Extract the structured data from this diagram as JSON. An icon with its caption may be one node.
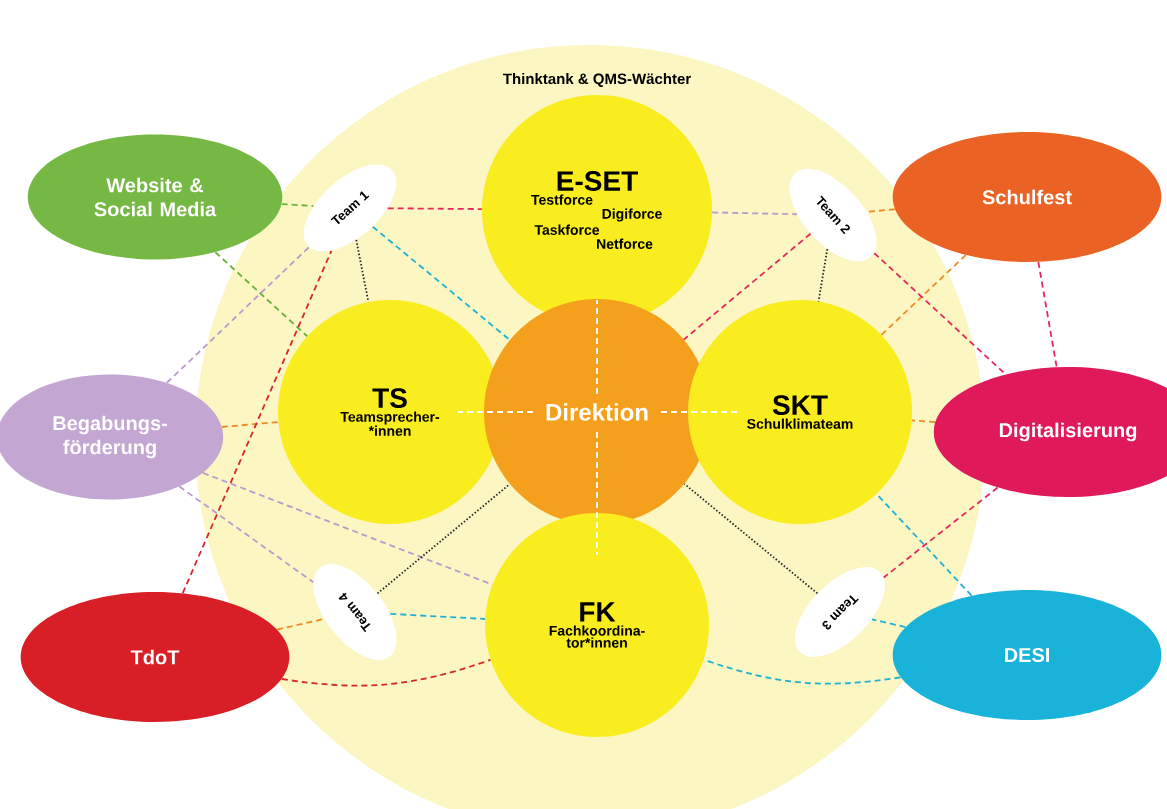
{
  "diagram": {
    "nodes": [
      {
        "text": [
          "Website & Social Media"
        ]
      },
      {
        "text": [
          "Team 1"
        ]
      },
      {
        "text": [
          "E-SET",
          "Testforce",
          "Digiforce",
          "Taskforce",
          "Netforce"
        ],
        "beside": [
          "Thinktank & QMS-Wächter"
        ]
      },
      {
        "text": [
          "Team 2"
        ]
      },
      {
        "text": [
          "Schulfest"
        ]
      },
      {
        "text": [
          "Begabungs- förderung"
        ]
      },
      {
        "text": [
          "TS",
          "Teamsprecher- *innen"
        ]
      },
      {
        "text": [
          "Direktion"
        ]
      },
      {
        "text": [
          "SKT",
          "Schulklimateam"
        ]
      },
      {
        "text": [
          "Digitalisierung"
        ]
      },
      {
        "text": [
          "TdoT"
        ]
      },
      {
        "text": [
          "Team 4"
        ]
      },
      {
        "text": [
          "FK",
          "Fachkoordina- tor*innen"
        ]
      },
      {
        "text": [
          "Team 3"
        ]
      },
      {
        "text": [
          "DESI"
        ]
      }
    ],
    "edges": [
      {
        "from": 0,
        "to": 1,
        "arrow": "none",
        "style": "dashed",
        "color": "#6db33f"
      },
      {
        "from": 0,
        "to": 6,
        "arrow": "none",
        "style": "dashed",
        "color": "#6db33f"
      },
      {
        "from": 5,
        "to": 6,
        "arrow": "none",
        "style": "dashed",
        "color": "#f08a24"
      },
      {
        "from": 4,
        "to": 3,
        "arrow": "none",
        "style": "dashed",
        "color": "#f08a24"
      },
      {
        "from": 4,
        "to": 8,
        "arrow": "none",
        "style": "dashed",
        "color": "#f08a24"
      },
      {
        "from": 9,
        "to": 8,
        "arrow": "none",
        "style": "dashed",
        "color": "#f08a24"
      },
      {
        "from": 10,
        "to": 11,
        "arrow": "none",
        "style": "dashed",
        "color": "#f08a24"
      },
      {
        "from": 3,
        "to": 9,
        "arrow": "none",
        "style": "dashed",
        "color": "#e5285f"
      },
      {
        "from": 4,
        "to": 9,
        "arrow": "none",
        "style": "dashed",
        "color": "#e5285f"
      },
      {
        "from": 9,
        "to": 13,
        "arrow": "none",
        "style": "dashed",
        "color": "#e5285f"
      },
      {
        "from": 1,
        "to": 2,
        "arrow": "none",
        "style": "dashed",
        "color": "#e5285f"
      },
      {
        "from": 3,
        "to": 7,
        "arrow": "none",
        "style": "dashed",
        "color": "#e5285f"
      },
      {
        "from": 5,
        "to": 1,
        "arrow": "none",
        "style": "dashed",
        "color": "#b99ad0"
      },
      {
        "from": 5,
        "to": 11,
        "arrow": "none",
        "style": "dashed",
        "color": "#b99ad0"
      },
      {
        "from": 5,
        "to": 12,
        "arrow": "none",
        "style": "dashed",
        "color": "#b99ad0"
      },
      {
        "from": 2,
        "to": 3,
        "arrow": "none",
        "style": "dashed",
        "color": "#b99ad0"
      },
      {
        "from": 10,
        "to": 1,
        "arrow": "none",
        "style": "dashed",
        "color": "#d7262c"
      },
      {
        "from": 10,
        "to": 12,
        "arrow": "none",
        "style": "dashed",
        "color": "#d7262c"
      },
      {
        "from": 14,
        "to": 13,
        "arrow": "none",
        "style": "dashed",
        "color": "#1fb0d6"
      },
      {
        "from": 14,
        "to": 12,
        "arrow": "none",
        "style": "dashed",
        "color": "#1fb0d6"
      },
      {
        "from": 14,
        "to": 8,
        "arrow": "none",
        "style": "dashed",
        "color": "#1fb0d6"
      },
      {
        "from": 1,
        "to": 7,
        "arrow": "none",
        "style": "dashed",
        "color": "#1fb0d6"
      },
      {
        "from": 11,
        "to": 12,
        "arrow": "none",
        "style": "dashed",
        "color": "#1fb0d6"
      },
      {
        "from": 1,
        "to": 6,
        "arrow": "none",
        "color": "#222222"
      },
      {
        "from": 3,
        "to": 8,
        "arrow": "none",
        "color": "#222222"
      },
      {
        "from": 11,
        "to": 7,
        "arrow": "none",
        "color": "#222222"
      },
      {
        "from": 13,
        "to": 7,
        "arrow": "none",
        "color": "#222222"
      },
      {
        "from": 7,
        "to": 6,
        "arrow": "none",
        "style": "dashed",
        "color": "#ffffff"
      },
      {
        "from": 7,
        "to": 8,
        "arrow": "none",
        "style": "dashed",
        "color": "#ffffff"
      },
      {
        "from": 7,
        "to": 2,
        "arrow": "none",
        "style": "dashed",
        "color": "#ffffff"
      },
      {
        "from": 7,
        "to": 12,
        "arrow": "none",
        "style": "dashed",
        "color": "#ffffff"
      }
    ]
  }
}
